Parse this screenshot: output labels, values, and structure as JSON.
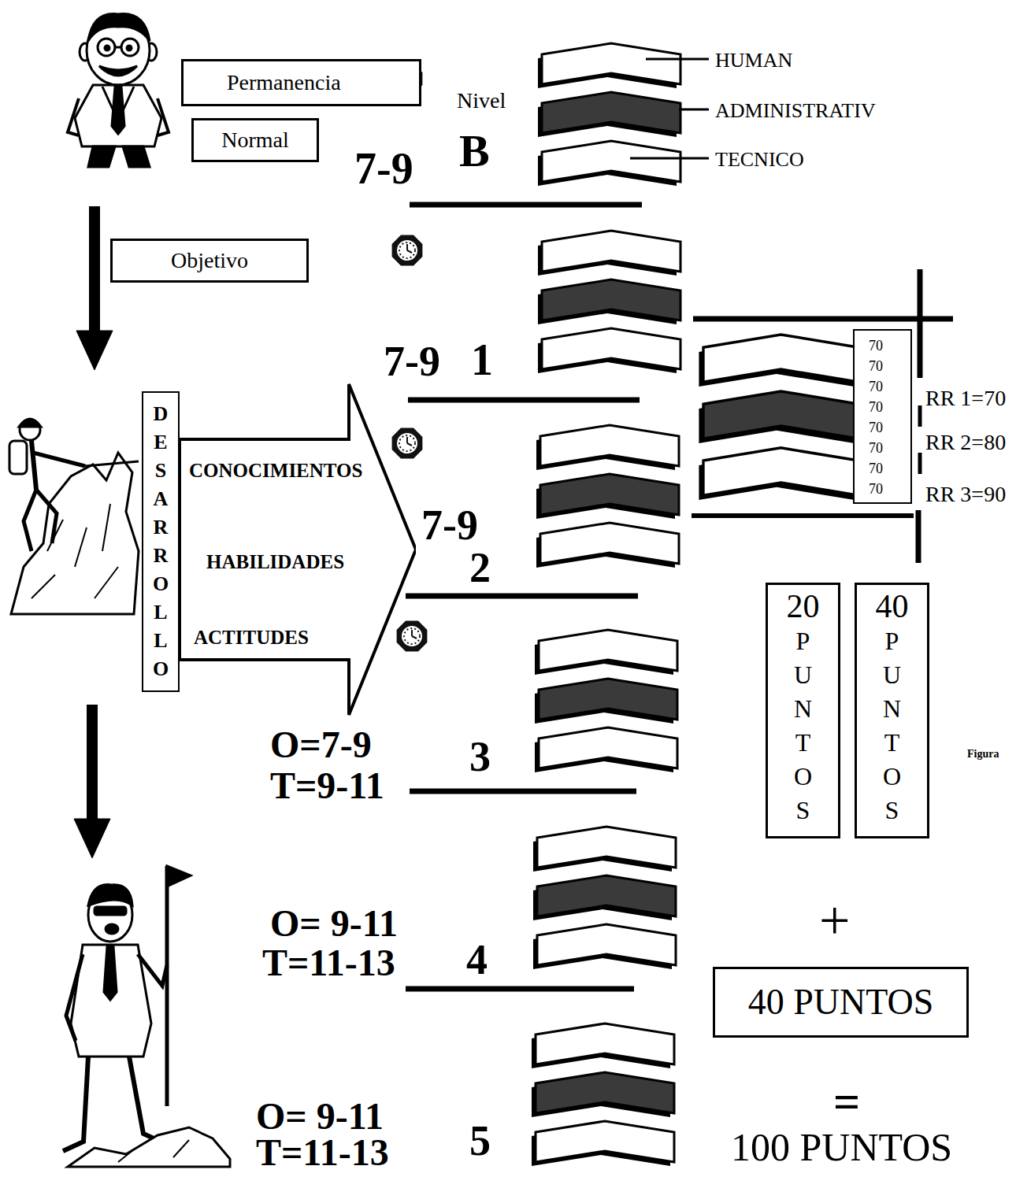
{
  "diagram": {
    "nodes": [
      {
        "text": [
          "Permanencia"
        ]
      },
      {
        "text": [
          "Normal"
        ]
      },
      {
        "text": [
          "Objetivo"
        ]
      },
      {
        "text": [
          "DESARROLLO"
        ]
      },
      {
        "text": [
          "CONOCIMIENTOS",
          "HABILIDADES",
          "ACTITUDES"
        ]
      },
      {
        "text": [
          "70",
          "70",
          "70",
          "70",
          "70",
          "70",
          "70",
          "70"
        ]
      },
      {
        "text": [
          "20",
          "PUNTOS"
        ]
      },
      {
        "text": [
          "40",
          "PUNTOS"
        ]
      },
      {
        "text": [
          "40 PUNTOS"
        ]
      }
    ],
    "labels": [
      "HUMAN",
      "ADMINISTRATIV",
      "TECNICO",
      "Nivel",
      "B",
      "7-9",
      "7-9",
      "1",
      "7-9",
      "2",
      "O=7-9",
      "T=9-11",
      "3",
      "RR 1=70",
      "RR 2=80",
      "RR 3=90",
      "Figura",
      "+",
      "O= 9-11",
      "T=11-13",
      "4",
      "=",
      "O= 9-11",
      "T=11-13",
      "5",
      "100 PUNTOS"
    ]
  }
}
